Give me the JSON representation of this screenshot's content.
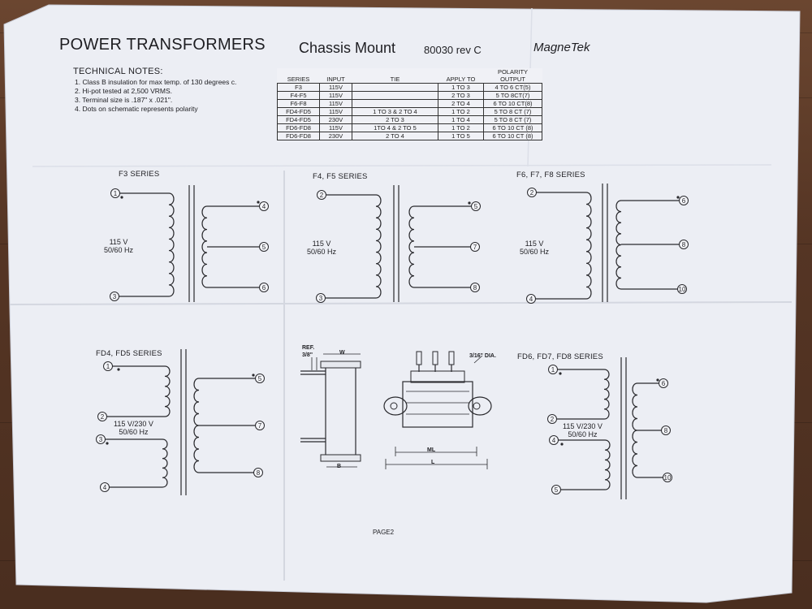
{
  "header": {
    "title": "POWER  TRANSFORMERS",
    "subtitle": "Chassis Mount",
    "part": "80030 rev C",
    "brand": "MagneTek"
  },
  "notes": {
    "title": "TECHNICAL NOTES:",
    "items": [
      "1.  Class B insulation for max temp. of 130 degrees c.",
      "2.  Hi-pot tested at 2,500 VRMS.",
      "3.  Terminal size is .187\" x .021\".",
      "4.  Dots on schematic represents polarity"
    ]
  },
  "table": {
    "polarity_line1": "POLARITY",
    "headers": [
      "SERIES",
      "INPUT",
      "TIE",
      "APPLY TO",
      "OUTPUT"
    ],
    "rows": [
      [
        "F3",
        "115V",
        "",
        "1 TO 3",
        "4 TO 6 CT(5)"
      ],
      [
        "F4-F5",
        "115V",
        "",
        "2 TO 3",
        "5 TO 8CT(7)"
      ],
      [
        "F6-F8",
        "115V",
        "",
        "2 TO 4",
        "6 TO 10 CT(8)"
      ],
      [
        "FD4-FD5",
        "115V",
        "1 TO 3 & 2 TO 4",
        "1 TO 2",
        "5 TO 8 CT (7)"
      ],
      [
        "FD4-FD5",
        "230V",
        "2 TO 3",
        "1 TO 4",
        "5 TO 8 CT (7)"
      ],
      [
        "FD6-FD8",
        "115V",
        "1TO 4 & 2 TO 5",
        "1 TO 2",
        "6 TO 10 CT (8)"
      ],
      [
        "FD6-FD8",
        "230V",
        "2 TO 4",
        "1 TO 5",
        "6 TO 10 CT (8)"
      ]
    ]
  },
  "schematics": {
    "f3": {
      "title": "F3 SERIES",
      "volt1": "115 V",
      "volt2": "50/60 Hz",
      "pins": [
        "1",
        "3",
        "4",
        "5",
        "6"
      ]
    },
    "f4": {
      "title": "F4, F5 SERIES",
      "volt1": "115 V",
      "volt2": "50/60 Hz",
      "pins": [
        "2",
        "3",
        "5",
        "7",
        "8"
      ]
    },
    "f6": {
      "title": "F6, F7, F8 SERIES",
      "volt1": "115 V",
      "volt2": "50/60 Hz",
      "pins": [
        "2",
        "4",
        "6",
        "8",
        "10"
      ]
    },
    "fd4": {
      "title": "FD4, FD5 SERIES",
      "volt1": "115 V/230 V",
      "volt2": "50/60 Hz",
      "pins": [
        "1",
        "2",
        "3",
        "4",
        "5",
        "7",
        "8"
      ]
    },
    "fd6": {
      "title": "FD6, FD7, FD8 SERIES",
      "volt1": "115 V/230 V",
      "volt2": "50/60 Hz",
      "pins": [
        "1",
        "2",
        "4",
        "5",
        "6",
        "8",
        "10"
      ]
    }
  },
  "mechanical": {
    "ref_top": "REF.",
    "ref_val": "3/8\"",
    "w": "W",
    "b": "B",
    "dia": "3/16\" DIA.",
    "ml": "ML",
    "l": "L"
  },
  "footer": {
    "page": "PAGE2"
  }
}
